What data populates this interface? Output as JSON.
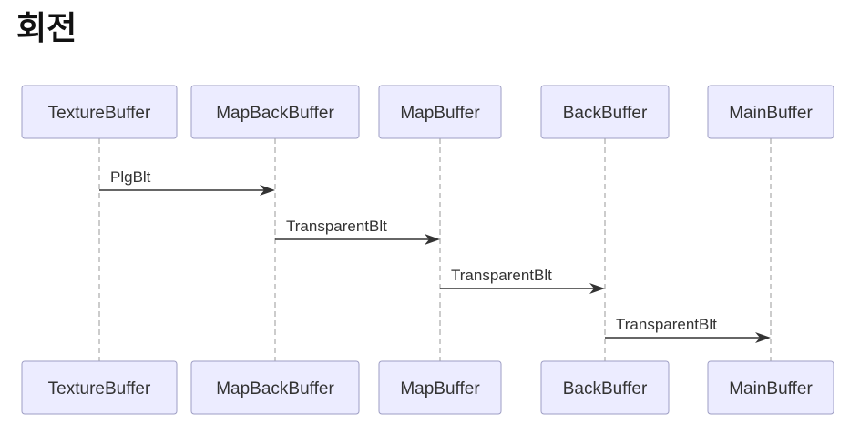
{
  "title": "회전",
  "participants": [
    {
      "id": "texture",
      "label": "TextureBuffer"
    },
    {
      "id": "mapback",
      "label": "MapBackBuffer"
    },
    {
      "id": "map",
      "label": "MapBuffer"
    },
    {
      "id": "back",
      "label": "BackBuffer"
    },
    {
      "id": "main",
      "label": "MainBuffer"
    }
  ],
  "messages": [
    {
      "from": "texture",
      "to": "mapback",
      "label": "PlgBlt"
    },
    {
      "from": "mapback",
      "to": "map",
      "label": "TransparentBlt"
    },
    {
      "from": "map",
      "to": "back",
      "label": "TransparentBlt"
    },
    {
      "from": "back",
      "to": "main",
      "label": "TransparentBlt"
    }
  ],
  "colors": {
    "actor_fill": "#ececff",
    "actor_border": "#9e9ec4",
    "line": "#333333",
    "lifeline": "#999999"
  }
}
